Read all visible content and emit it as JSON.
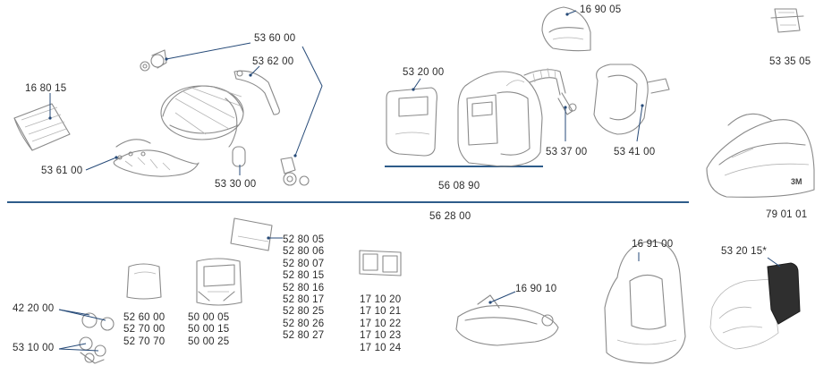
{
  "colors": {
    "text": "#2b2b2b",
    "leader_line": "#264a78",
    "divider": "#2e5c8a",
    "sketch_stroke": "#8a8a8a",
    "dark_fill": "#2f2f2f"
  },
  "labels": {
    "p168015": "16 80 15",
    "p536100": "53 61 00",
    "p536000": "53 60 00",
    "p536200": "53 62 00",
    "p533000": "53 30 00",
    "p532000": "53 20 00",
    "p169005": "16 90 05",
    "p533505": "53 35 05",
    "p533700": "53 37 00",
    "p534100": "53 41 00",
    "p560890": "56 08 90",
    "p790101": "79 01 01",
    "p562800": "56 28 00",
    "p422000": "42 20 00",
    "p531000": "53 10 00",
    "p169100": "16 91 00",
    "p532015": "53 20 15*",
    "p169010": "16 90 10"
  },
  "columns": {
    "lenses": [
      "52 60 00",
      "52 70 00",
      "52 70 70"
    ],
    "adf": [
      "50 00 05",
      "50 00 15",
      "50 00 25"
    ],
    "plates": [
      "52 80 05",
      "52 80 06",
      "52 80 07",
      "52 80 15",
      "52 80 16",
      "52 80 17",
      "52 80 25",
      "52 80 26",
      "52 80 27"
    ],
    "magnifiers": [
      "17 10 20",
      "17 10 21",
      "17 10 22",
      "17 10 23",
      "17 10 24"
    ]
  },
  "badges": {
    "bag_brand": "3M"
  }
}
